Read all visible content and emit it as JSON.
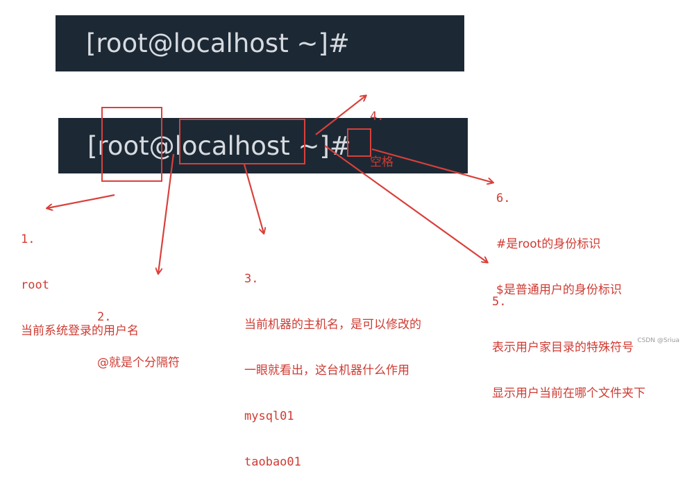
{
  "prompt_text": "[root@localhost ~]#",
  "accent_color": "#d9403a",
  "annotations": [
    {
      "number": "1.",
      "lines": [
        "root",
        "当前系统登录的用户名"
      ]
    },
    {
      "number": "2.",
      "lines": [
        "@就是个分隔符"
      ]
    },
    {
      "number": "3.",
      "lines": [
        "当前机器的主机名，是可以修改的",
        "一眼就看出，这台机器什么作用",
        "mysql01",
        "taobao01"
      ]
    },
    {
      "number": "4.",
      "lines": [
        "空格"
      ]
    },
    {
      "number": "5.",
      "lines": [
        "表示用户家目录的特殊符号",
        "显示用户当前在哪个文件夹下"
      ]
    },
    {
      "number": "6.",
      "lines": [
        "#是root的身份标识",
        "$是普通用户的身份标识"
      ]
    }
  ],
  "watermark": "CSDN @Sriua"
}
